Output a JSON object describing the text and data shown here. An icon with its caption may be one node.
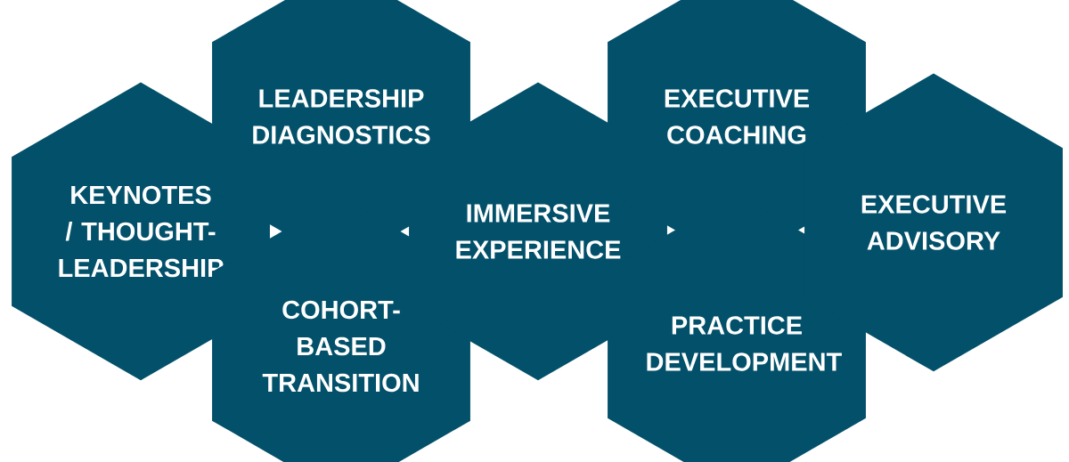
{
  "diagram": {
    "nodes": [
      {
        "text": [
          "KEYNOTES / THOUGHT-LEADERSHIP"
        ]
      },
      {
        "text": [
          "LEADERSHIP DIAGNOSTICS"
        ]
      },
      {
        "text": [
          "COHORT-BASED TRANSITION"
        ]
      },
      {
        "text": [
          "IMMERSIVE EXPERIENCE"
        ]
      },
      {
        "text": [
          "EXECUTIVE COACHING"
        ]
      },
      {
        "text": [
          "PRACTICE DEVELOPMENT"
        ]
      },
      {
        "text": [
          "EXECUTIVE ADVISORY"
        ]
      }
    ]
  }
}
